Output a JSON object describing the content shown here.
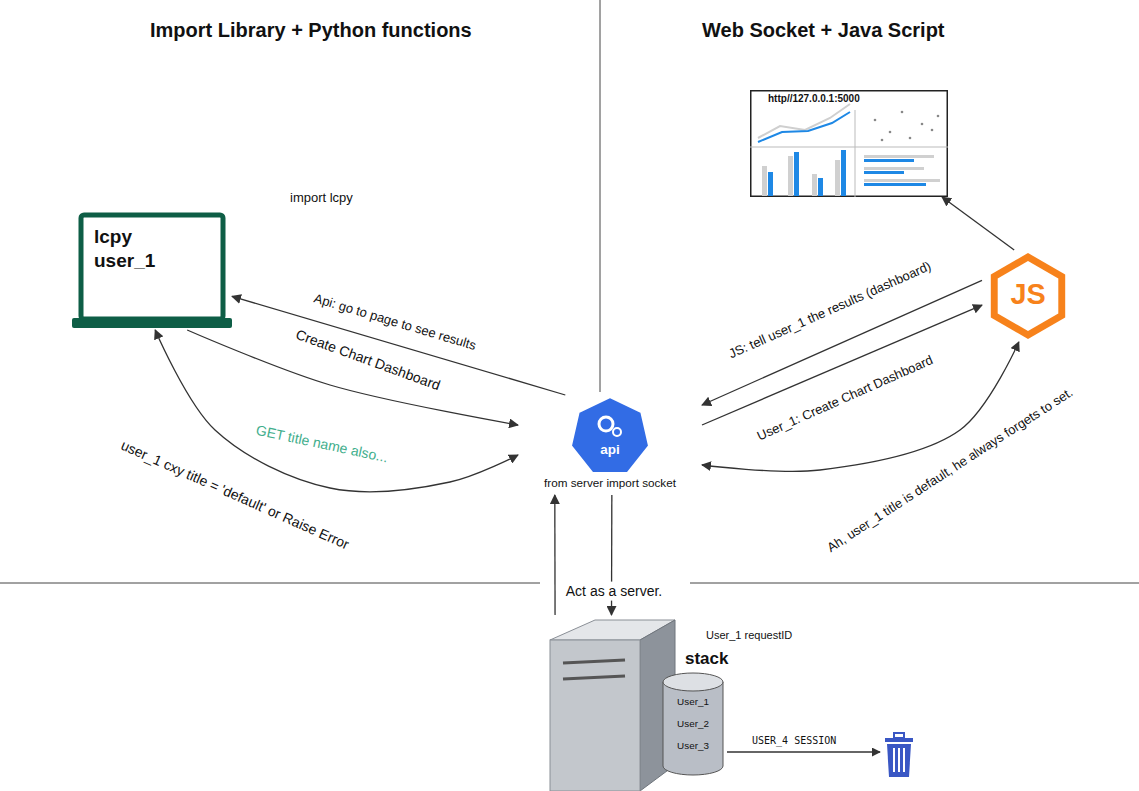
{
  "diagram": {
    "nodes": [
      {
        "text": [
          "lcpy",
          "user_1"
        ]
      },
      {
        "text": [
          "http//127.0.0.1:5000"
        ]
      },
      {
        "text": [
          "JS"
        ]
      },
      {
        "text": [
          "api",
          "from server import socket"
        ]
      },
      {
        "text": [
          "stack"
        ]
      },
      {
        "text": [
          "User_1",
          "User_2",
          "User_3"
        ],
        "in": 4
      }
    ],
    "edges": [
      {
        "from": 3,
        "to": 0,
        "arrow": "to",
        "label": "Api: go to page to see results"
      },
      {
        "from": 0,
        "to": 3,
        "arrow": "to",
        "label": "Create Chart Dashboard"
      },
      {
        "from": 0,
        "to": 3,
        "arrow": "both",
        "label": "GET title name also..."
      },
      {
        "from": 2,
        "to": 3,
        "arrow": "to",
        "label": "JS: tell user_1 the results (dashboard)"
      },
      {
        "from": 3,
        "to": 2,
        "arrow": "to",
        "label": "User_1: Create Chart Dashboard"
      },
      {
        "from": 2,
        "to": 3,
        "arrow": "both",
        "label": "Ah, user_1 title is default, he always forgets to set."
      },
      {
        "from": 2,
        "to": 1,
        "arrow": "to"
      },
      {
        "from": 3,
        "to": 4,
        "arrow": "to",
        "label": "Act as a server."
      },
      {
        "from": 4,
        "to": 3,
        "arrow": "to"
      }
    ],
    "labels": [
      "Import Library + Python functions",
      "Web Socket + Java Script",
      "import lcpy",
      "user_1 cxy title = 'default' or Raise Error",
      "User_1 requestID",
      "USER_4 SESSION"
    ]
  }
}
